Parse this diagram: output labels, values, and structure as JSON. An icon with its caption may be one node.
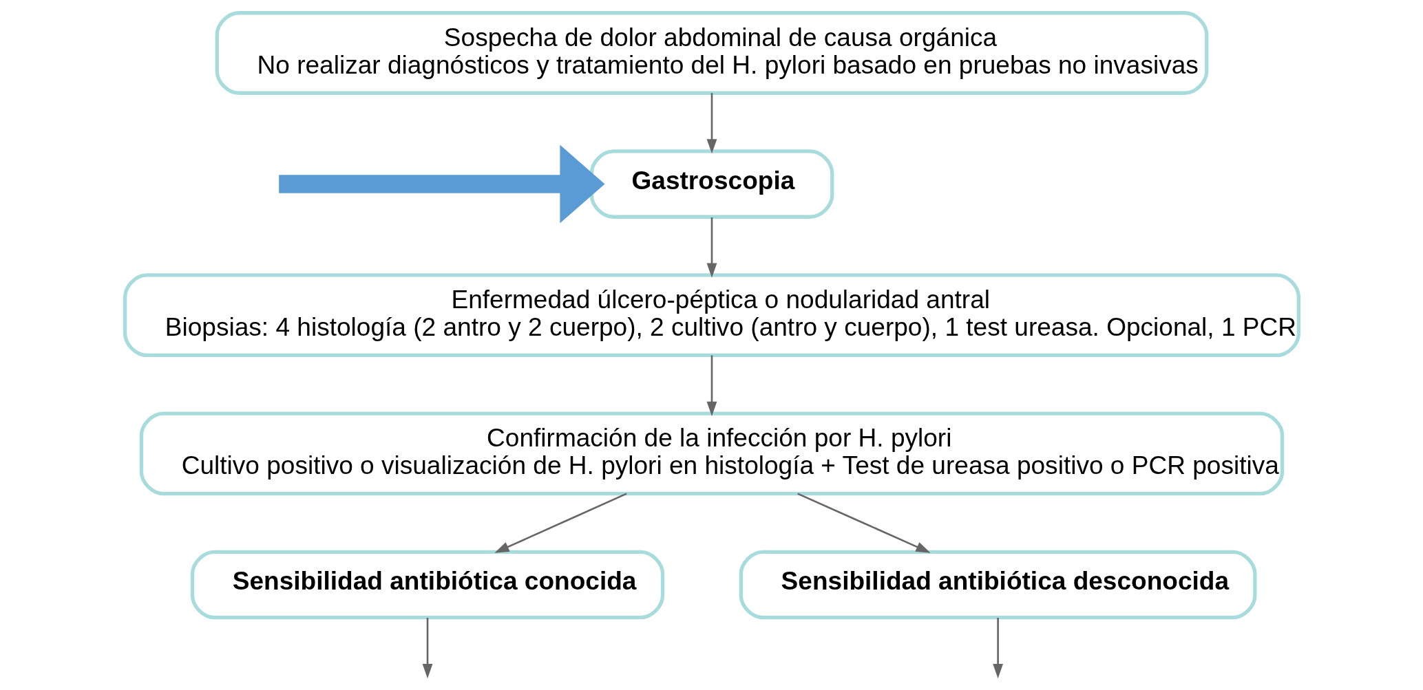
{
  "diagram": {
    "nodes": [
      {
        "text": [
          "Sospecha de dolor abdominal de causa orgánica",
          "No realizar diagnósticos y tratamiento del H. pylori basado en pruebas no invasivas"
        ]
      },
      {
        "text": [
          "Gastroscopia"
        ]
      },
      {
        "text": [
          "Enfermedad úlcero-péptica o nodularidad antral",
          "Biopsias: 4 histología (2 antro y 2 cuerpo), 2 cultivo (antro y cuerpo), 1 test ureasa. Opcional, 1 PCR"
        ]
      },
      {
        "text": [
          "Confirmación de la infección por H. pylori",
          "Cultivo positivo o visualización de H. pylori en histología + Test de ureasa positivo o PCR positiva"
        ]
      },
      {
        "text": [
          "Sensibilidad antibiótica conocida"
        ]
      },
      {
        "text": [
          "Sensibilidad antibiótica desconocida"
        ]
      }
    ],
    "edges": [
      {
        "from": 0,
        "to": 1,
        "arrow": "to"
      },
      {
        "from": null,
        "to": 1,
        "arrow": "to",
        "style": "thick",
        "color": "#5b9bd5"
      },
      {
        "from": 1,
        "to": 2,
        "arrow": "to"
      },
      {
        "from": 2,
        "to": 3,
        "arrow": "to"
      },
      {
        "from": 3,
        "to": 4,
        "arrow": "to"
      },
      {
        "from": 3,
        "to": 5,
        "arrow": "to"
      },
      {
        "from": 4,
        "to": null,
        "arrow": "to"
      },
      {
        "from": 5,
        "to": null,
        "arrow": "to"
      }
    ]
  }
}
